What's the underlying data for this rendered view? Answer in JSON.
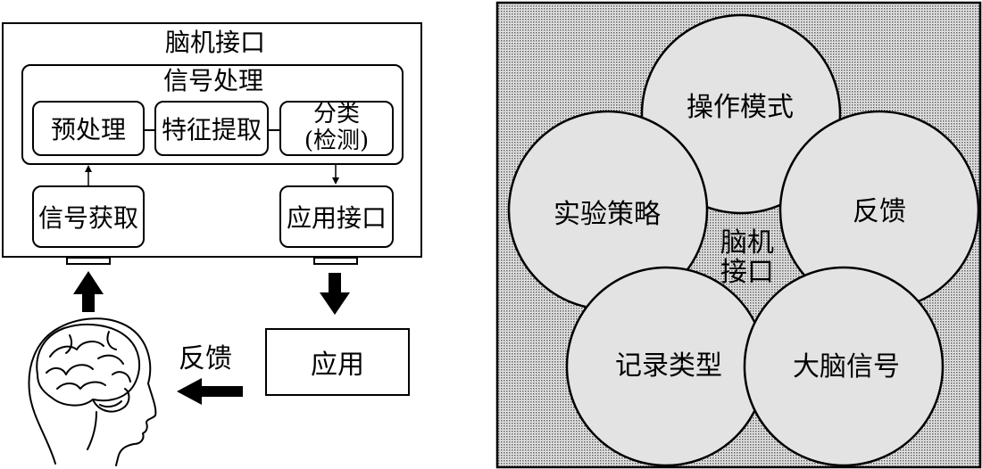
{
  "left": {
    "bci_title": "脑机接口",
    "signal_processing_title": "信号处理",
    "preprocess": "预处理",
    "feature_extraction": "特征提取",
    "classification_line1": "分类",
    "classification_line2": "(检测)",
    "signal_acquisition": "信号获取",
    "app_interface": "应用接口",
    "application": "应用",
    "feedback": "反馈"
  },
  "right": {
    "circles": [
      "操作模式",
      "实验策略",
      "反馈",
      "记录类型",
      "大脑信号"
    ],
    "center_line1": "脑机",
    "center_line2": "接口"
  }
}
